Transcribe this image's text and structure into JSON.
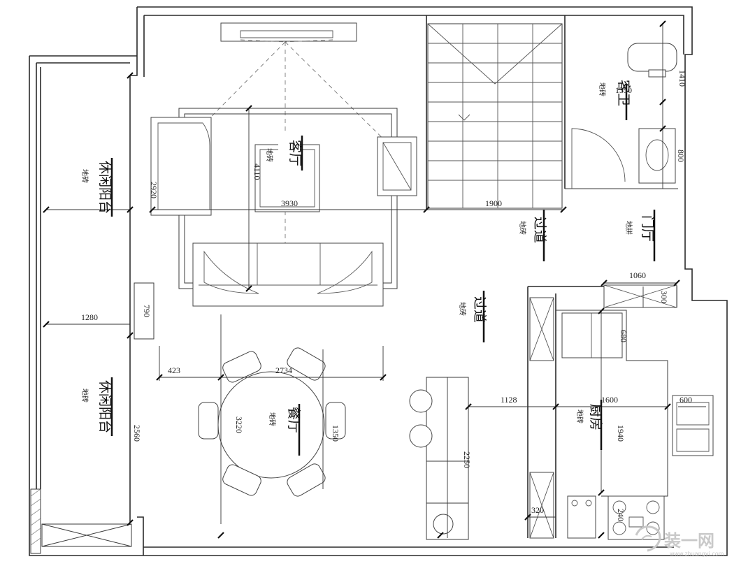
{
  "rooms": {
    "living_room": {
      "name": "客厅",
      "floor": "地砖"
    },
    "guest_bath": {
      "name": "客卫",
      "floor": "地砖"
    },
    "leisure_balcony_north": {
      "name": "休闲阳台",
      "floor": "地砖"
    },
    "leisure_balcony_south": {
      "name": "休闲阳台",
      "floor": "地砖"
    },
    "corridor_upper": {
      "name": "过道",
      "floor": "地砖"
    },
    "corridor_lower": {
      "name": "过道",
      "floor": "地砖"
    },
    "foyer": {
      "name": "门厅",
      "floor": "地拼"
    },
    "dining_room": {
      "name": "餐厅",
      "floor": "地砖"
    },
    "kitchen": {
      "name": "厨房",
      "floor": "地砖"
    }
  },
  "dimensions": {
    "living_width": "3930",
    "living_depth": "4110",
    "corridor_width": "1900",
    "balcony_north_len": "2920",
    "balcony_south_len": "2560",
    "balcony_width": "1280",
    "pier_width": "790",
    "dining_offset": "423",
    "dining_width": "2734",
    "dining_depth": "3220",
    "table_len": "1350",
    "counter_len": "2250",
    "aisle_width": "1128",
    "kitchen_width": "1600",
    "kitchen_depth": "1940",
    "sink_width": "600",
    "stove_depth": "320",
    "stove_width": "240",
    "fridge_depth": "680",
    "foyer_width": "1060",
    "shoe_cabinet_depth": "300",
    "bath_width": "1350",
    "bath_top": "1410",
    "vanity_depth": "800"
  },
  "watermark": {
    "brand_text": "装一网",
    "url_text": "www.zhuangyi.com"
  },
  "colors": {
    "lines": "#2a2a2a",
    "text": "#111111",
    "watermark": "#c9c9c9"
  }
}
